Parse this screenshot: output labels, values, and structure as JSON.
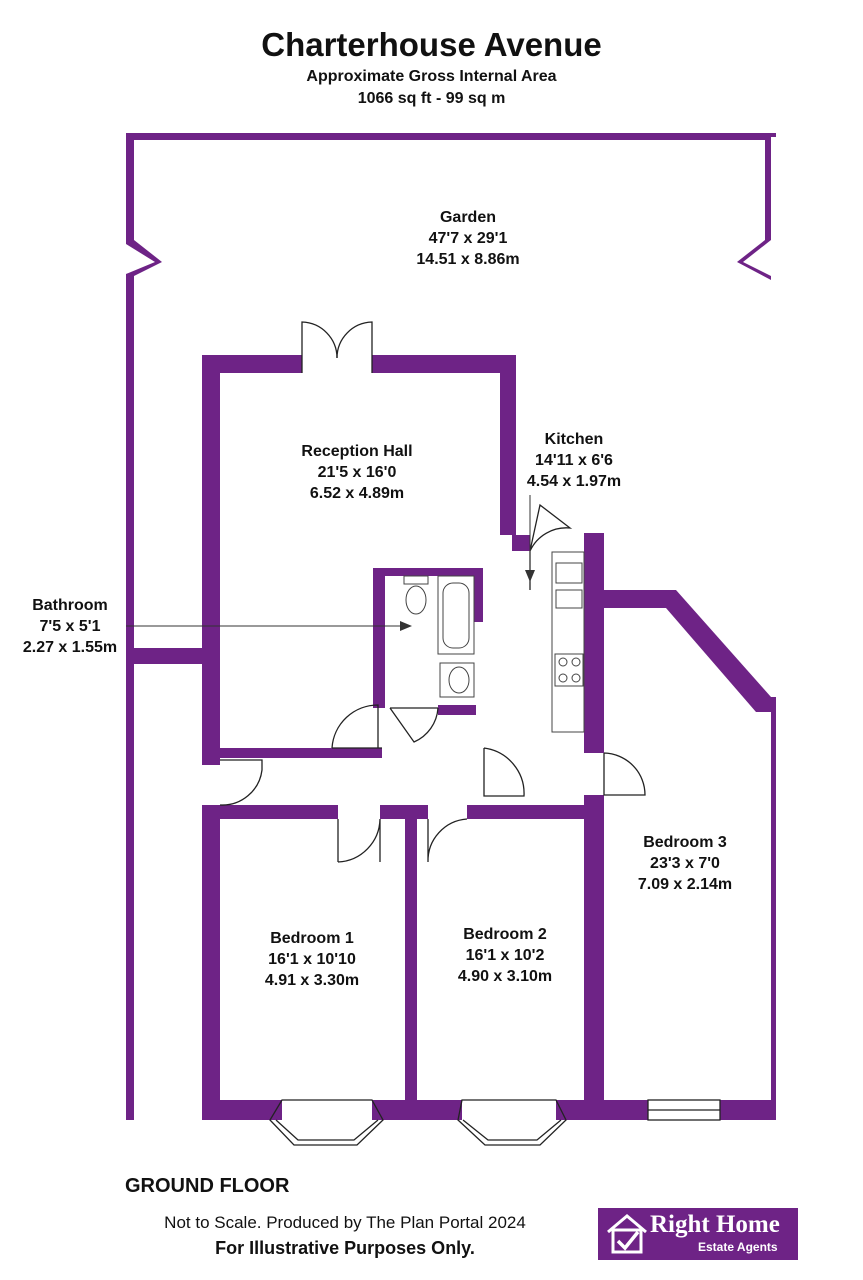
{
  "header": {
    "title": "Charterhouse Avenue",
    "area_label": "Approximate Gross Internal Area",
    "area_value": "1066 sq ft - 99 sq m"
  },
  "rooms": {
    "garden": {
      "name": "Garden",
      "imperial": "47'7 x 29'1",
      "metric": "14.51 x 8.86m"
    },
    "reception": {
      "name": "Reception Hall",
      "imperial": "21'5 x 16'0",
      "metric": "6.52 x 4.89m"
    },
    "kitchen": {
      "name": "Kitchen",
      "imperial": "14'11 x 6'6",
      "metric": "4.54 x 1.97m"
    },
    "bathroom": {
      "name": "Bathroom",
      "imperial": "7'5 x 5'1",
      "metric": "2.27 x 1.55m"
    },
    "bedroom1": {
      "name": "Bedroom 1",
      "imperial": "16'1 x 10'10",
      "metric": "4.91 x 3.30m"
    },
    "bedroom2": {
      "name": "Bedroom 2",
      "imperial": "16'1 x 10'2",
      "metric": "4.90 x 3.10m"
    },
    "bedroom3": {
      "name": "Bedroom 3",
      "imperial": "23'3 x 7'0",
      "metric": "7.09 x 2.14m"
    }
  },
  "footer": {
    "floor": "GROUND FLOOR",
    "note_scale": "Not to Scale. Produced by The Plan Portal 2024",
    "note_purpose": "For Illustrative Purposes Only."
  },
  "logo": {
    "main": "Right Home",
    "sub": "Estate Agents",
    "icon": "house-check-icon"
  },
  "colors": {
    "wall": "#6e2386",
    "fixture": "#555555",
    "background": "#ffffff"
  }
}
